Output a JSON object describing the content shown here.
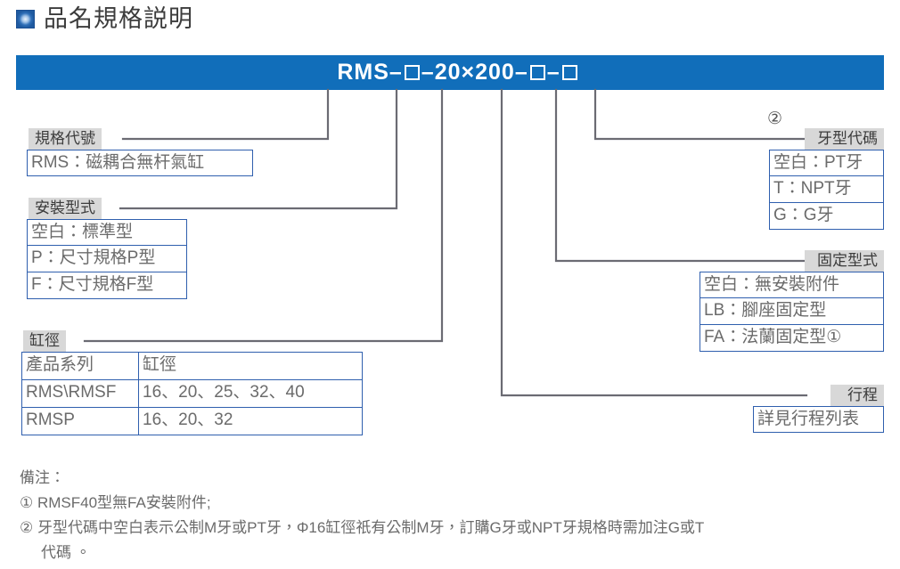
{
  "page": {
    "title": "品名規格説明",
    "bullet_icon": "blue-square-bullet"
  },
  "model_code": {
    "prefix": "RMS",
    "dash1": "–",
    "box1": "",
    "dash2": "–",
    "bore": "20",
    "times": "×",
    "stroke": "200",
    "dash3": "–",
    "box2": "",
    "dash4": "–",
    "box3": "",
    "full": "RMS-□-20 × 200-□-□"
  },
  "sections": {
    "spec_code": {
      "caption": "規格代號",
      "rows": [
        "RMS：磁耦合無杆氣缸"
      ]
    },
    "mounting_type": {
      "caption": "安裝型式",
      "rows": [
        "空白：標準型",
        "P：尺寸規格P型",
        "F：尺寸規格F型"
      ]
    },
    "bore": {
      "caption": "缸徑",
      "headers": [
        "產品系列",
        "缸徑"
      ],
      "rows": [
        [
          "RMS\\RMSF",
          "16、20、25、32、40"
        ],
        [
          "RMSP",
          "16、20、32"
        ]
      ]
    },
    "thread_code": {
      "caption": "牙型代碼",
      "marker": "②",
      "rows": [
        "空白：PT牙",
        "T：NPT牙",
        "G：G牙"
      ]
    },
    "fixing_type": {
      "caption": "固定型式",
      "rows": [
        "空白：無安裝附件",
        "LB：腳座固定型",
        "FA：法蘭固定型①"
      ]
    },
    "stroke": {
      "caption": "行程",
      "rows": [
        "詳見行程列表"
      ]
    }
  },
  "notes": {
    "heading": "備注：",
    "items": [
      "① RMSF40型無FA安裝附件;",
      "② 牙型代碼中空白表示公制M牙或PT牙，Φ16缸徑祇有公制M牙，訂購G牙或NPT牙規格時需加注G或T",
      "代碼 。"
    ]
  },
  "colors": {
    "band_blue": "#116eba",
    "box_border": "#2f5fae",
    "caption_bg": "#d8d8d8",
    "text_grey": "#6b6b6b",
    "leader_line": "#6b6b73"
  }
}
